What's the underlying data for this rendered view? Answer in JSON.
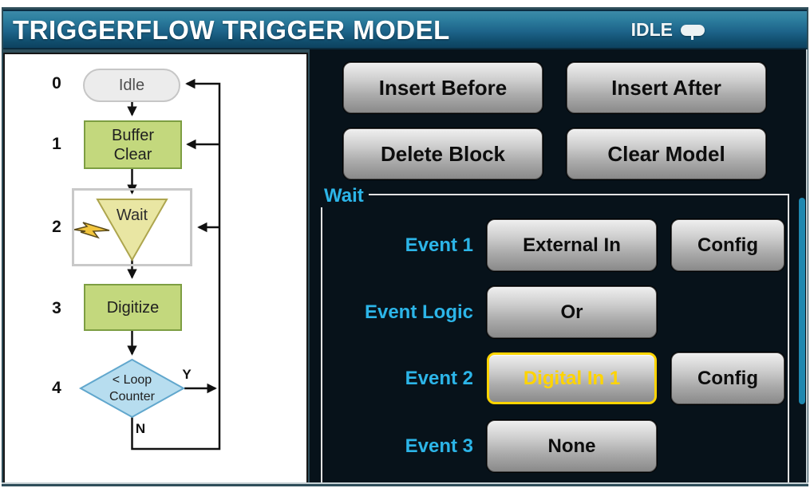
{
  "header": {
    "title": "TRIGGERFLOW TRIGGER MODEL",
    "status": "IDLE",
    "status_icon": "front-terminals-icon"
  },
  "flowchart": {
    "blocks": [
      {
        "index": "0",
        "label": "Idle",
        "type": "idle"
      },
      {
        "index": "1",
        "label": "Buffer Clear",
        "type": "buffer-clear"
      },
      {
        "index": "2",
        "label": "Wait",
        "type": "wait",
        "selected": true
      },
      {
        "index": "3",
        "label": "Digitize",
        "type": "digitize"
      },
      {
        "index": "4",
        "label": "< Loop Counter",
        "type": "branch-counter",
        "branch_yes": "Y",
        "branch_no": "N"
      }
    ]
  },
  "toolbar": {
    "insert_before": "Insert Before",
    "insert_after": "Insert After",
    "delete_block": "Delete Block",
    "clear_model": "Clear Model"
  },
  "settings_group": {
    "title": "Wait",
    "rows": [
      {
        "label": "Event 1",
        "value": "External In",
        "config": "Config",
        "selected": false
      },
      {
        "label": "Event Logic",
        "value": "Or",
        "config": null,
        "selected": false
      },
      {
        "label": "Event 2",
        "value": "Digital In 1",
        "config": "Config",
        "selected": true
      },
      {
        "label": "Event 3",
        "value": "None",
        "config": null,
        "selected": false
      }
    ]
  },
  "colors": {
    "accent_cyan": "#2cb5e8",
    "selected_yellow": "#ffd400",
    "scrollbar_blue": "#1e88b0",
    "header_teal_top": "#2f81a1",
    "header_teal_bottom": "#0d4260",
    "panel_dark": "#07121a",
    "block_green": "#c3d87d",
    "block_yellow": "#e9e6a3",
    "block_blue": "#b7ddef",
    "block_gray": "#ececec"
  }
}
